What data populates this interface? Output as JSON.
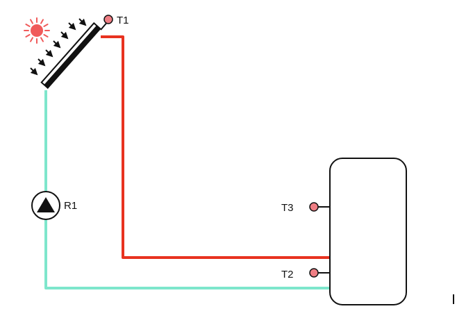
{
  "labels": {
    "collector_sensor": "T1",
    "tank_lower_sensor": "T2",
    "tank_upper_sensor": "T3",
    "pump": "R1"
  },
  "icons": {
    "sun": "sun-icon",
    "pump": "pump-icon",
    "sensor": "sensor-dot-icon",
    "radiation": "sun-ray-arrow-icon"
  },
  "colors": {
    "hot_pipe": "#e8321f",
    "cold_pipe": "#7ee6cc",
    "sun": "#f05a5a",
    "sensor": "#ef7e84",
    "outline": "#111111"
  }
}
